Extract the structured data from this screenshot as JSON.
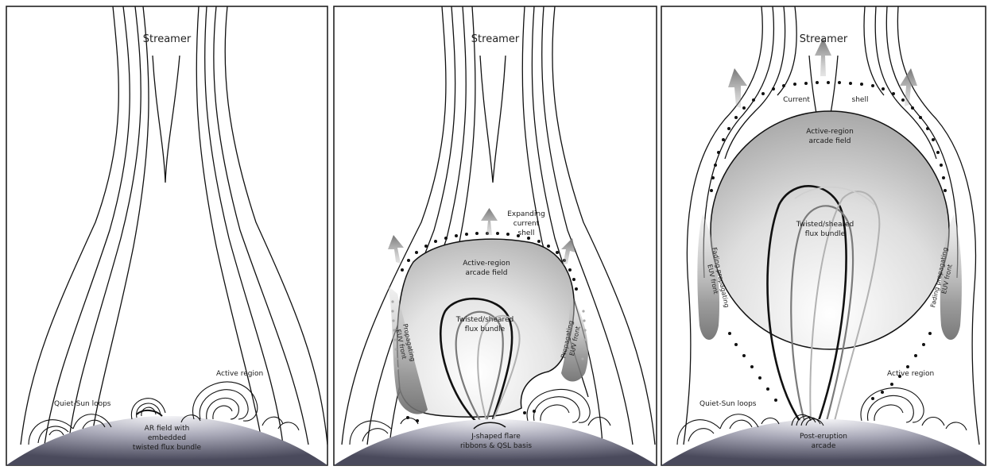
{
  "panels": [
    {
      "streamer": "Streamer",
      "labels": {
        "quiet_sun": "Quiet-Sun loops",
        "active_region": "Active region",
        "ar_field": [
          "AR field with",
          "embedded",
          "twisted flux bundle"
        ]
      }
    },
    {
      "streamer": "Streamer",
      "labels": {
        "expanding_shell": [
          "Expanding",
          "current",
          "shell"
        ],
        "arcade": [
          "Active-region",
          "arcade field"
        ],
        "flux_bundle": [
          "Twisted/sheared",
          "flux bundle"
        ],
        "euv_left": [
          "Propagating",
          "EUV front"
        ],
        "euv_right": [
          "Propagating",
          "EUV front"
        ],
        "ribbons": [
          "J-shaped flare",
          "ribbons & QSL basis"
        ]
      }
    },
    {
      "streamer": "Streamer",
      "labels": {
        "current": "Current",
        "shell": "shell",
        "arcade": [
          "Active-region",
          "arcade field"
        ],
        "flux_bundle": [
          "Twisted/sheared",
          "flux bundle"
        ],
        "euv_left": [
          "Fading propagating",
          "EUV front"
        ],
        "euv_right": [
          "Fading propagating",
          "EUV front"
        ],
        "quiet_sun": "Quiet-Sun loops",
        "active_region": "Active region",
        "post_eruption": [
          "Post-eruption",
          "arcade"
        ]
      }
    }
  ]
}
